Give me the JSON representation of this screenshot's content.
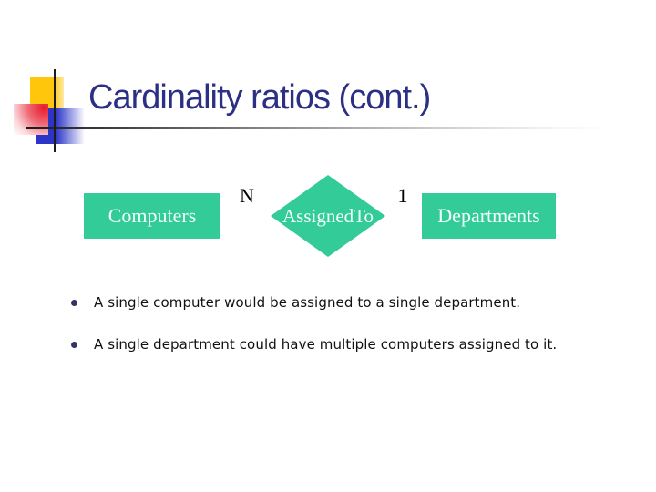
{
  "slide": {
    "title": "Cardinality ratios (cont.)",
    "bullets": [
      "A single computer would be assigned to a single department.",
      "A single department could have multiple computers assigned to it."
    ]
  },
  "diagram": {
    "left_entity": "Computers",
    "relationship": "AssignedTo",
    "right_entity": "Departments",
    "left_cardinality": "N",
    "right_cardinality": "1"
  },
  "colors": {
    "shape-fill": "#33CC99",
    "diagram-text": "#F2FEF9",
    "title-text": "#2B3084",
    "bullet-text": "#111111",
    "bullet-dot": "#333366",
    "accent-yellow": "#FFC60B",
    "accent-red": "#E81A2B",
    "accent-blue": "#2B35C8"
  }
}
